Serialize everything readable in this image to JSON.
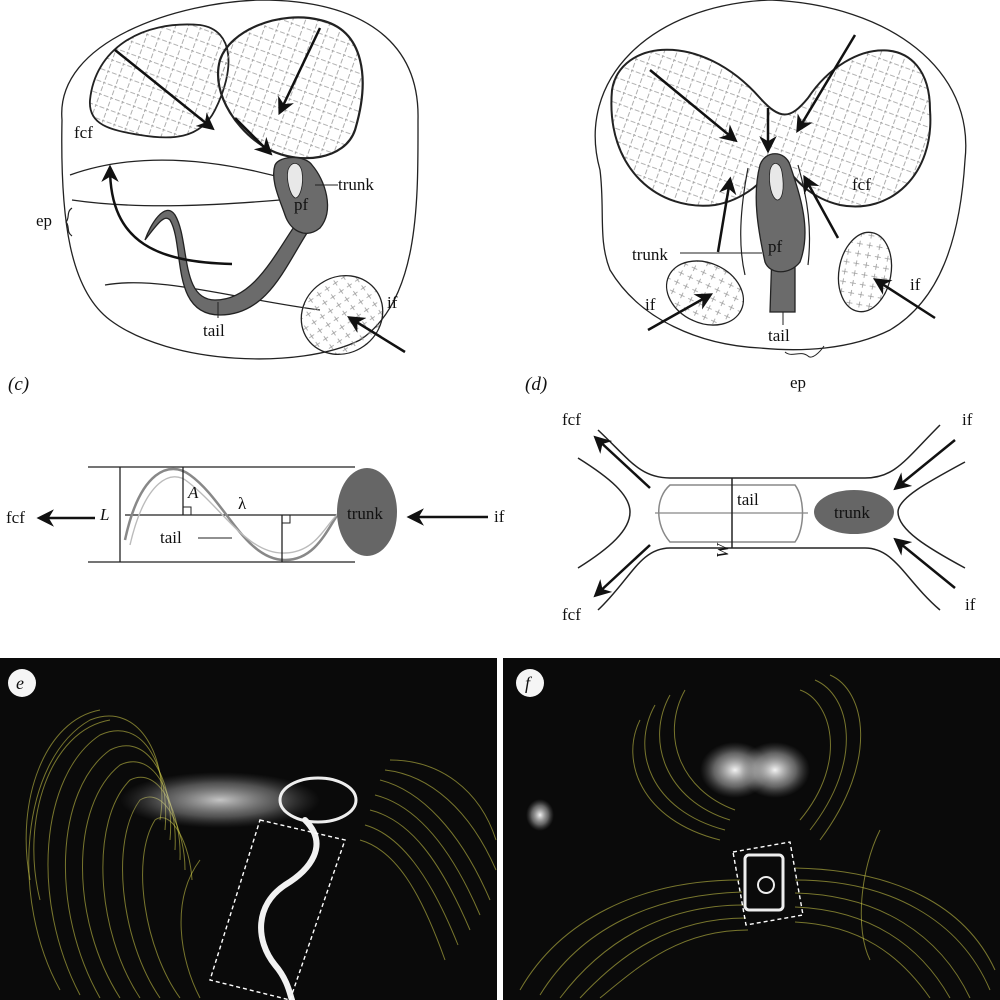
{
  "panels": {
    "a": {
      "labels": {
        "fcf": "fcf",
        "trunk": "trunk",
        "pf": "pf",
        "ep": "ep",
        "if": "if",
        "tail": "tail"
      }
    },
    "b": {
      "labels": {
        "fcf": "fcf",
        "trunk": "trunk",
        "pf": "pf",
        "if_left": "if",
        "if_right": "if",
        "tail": "tail",
        "ep": "ep"
      }
    },
    "c": {
      "panel_label": "(c)",
      "labels": {
        "L": "L",
        "A": "A",
        "lambda": "λ",
        "trunk": "trunk",
        "tail": "tail",
        "fcf": "fcf",
        "if": "if"
      }
    },
    "d": {
      "panel_label": "(d)",
      "labels": {
        "fcf_top": "fcf",
        "fcf_bottom": "fcf",
        "if_top": "if",
        "if_bottom": "if",
        "tail": "tail",
        "W": "W",
        "trunk": "trunk"
      }
    },
    "e": {
      "panel_label": "e"
    },
    "f": {
      "panel_label": "f"
    }
  },
  "colors": {
    "body_fill": "#6b6b6b",
    "trunk_ellipse": "#666666",
    "streamline": "#d4cf4a",
    "photo_bg": "#0a0a0a"
  }
}
